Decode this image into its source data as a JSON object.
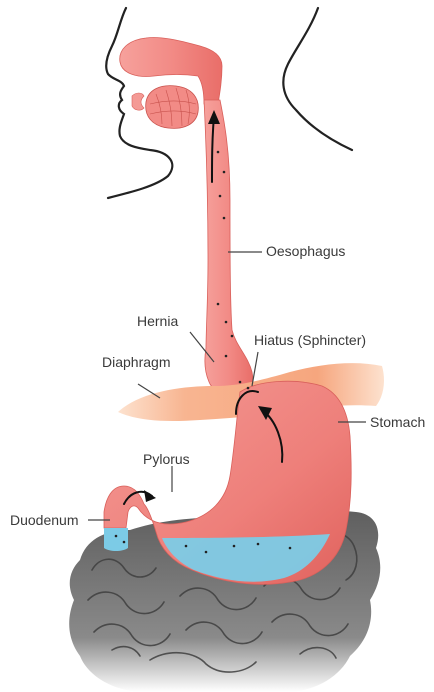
{
  "labels": {
    "oesophagus": "Oesophagus",
    "hernia": "Hernia",
    "hiatus": "Hiatus (Sphincter)",
    "diaphragm": "Diaphragm",
    "stomach": "Stomach",
    "pylorus": "Pylorus",
    "duodenum": "Duodenum"
  },
  "colors": {
    "tissue": "#f28b86",
    "tissue_dark": "#e4645f",
    "diaphragm": "#f7b08a",
    "fluid": "#7ccbe6",
    "intestine": "#6f6f6f",
    "outline": "#222222",
    "leader": "#444444"
  }
}
